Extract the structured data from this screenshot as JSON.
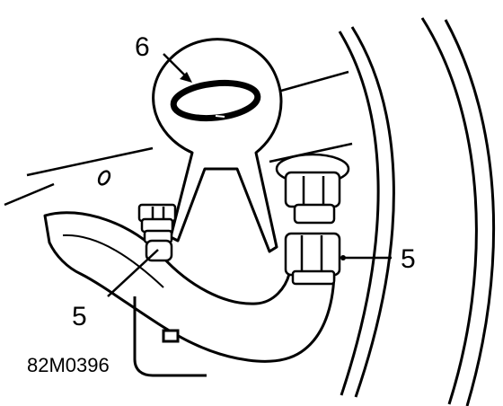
{
  "figure": {
    "callouts": [
      {
        "id": "o-ring",
        "label": "6"
      },
      {
        "id": "union-left",
        "label": "5"
      },
      {
        "id": "union-right",
        "label": "5"
      }
    ],
    "drawing_id": "82M0396",
    "line_color": "#000000",
    "background_color": "#ffffff"
  }
}
